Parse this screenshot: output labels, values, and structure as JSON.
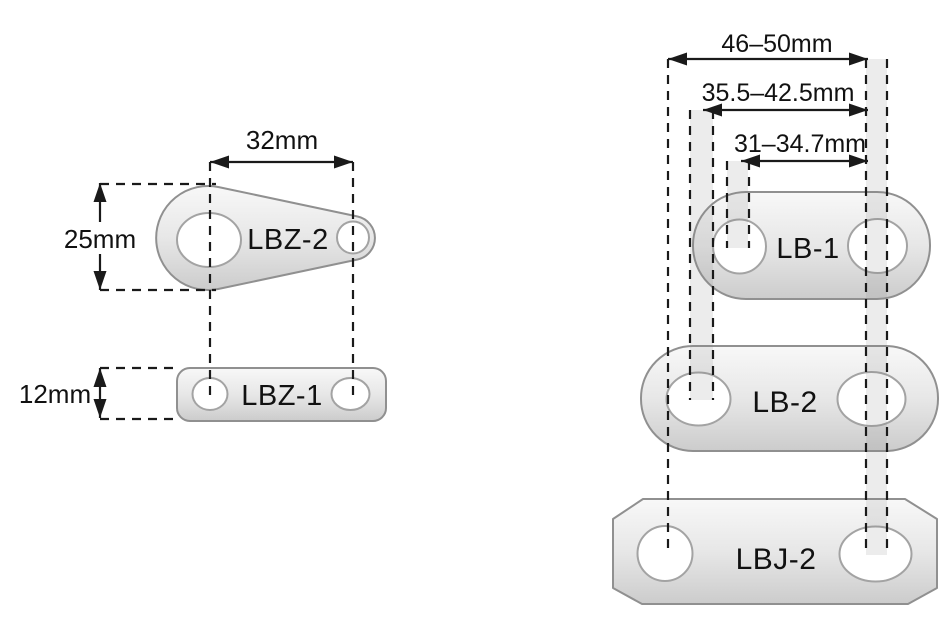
{
  "parts": {
    "lbz2": {
      "label": "LBZ-2"
    },
    "lbz1": {
      "label": "LBZ-1"
    },
    "lb1": {
      "label": "LB-1"
    },
    "lb2": {
      "label": "LB-2"
    },
    "lbj2": {
      "label": "LBJ-2"
    }
  },
  "dimensions": {
    "lbz2_hole_spacing": "32mm",
    "lbz2_height": "25mm",
    "lbz1_height": "12mm",
    "lbj2_hole_spacing_range": "46–50mm",
    "lb2_hole_spacing_range": "35.5–42.5mm",
    "lb1_hole_spacing_range": "31–34.7mm"
  },
  "colors": {
    "background": "#ffffff",
    "dimension_line": "#1a1a1a",
    "text": "#111111",
    "plate_stroke": "#909090",
    "plate_highlight": "#f8f8f8",
    "plate_mid": "#e7e7e7",
    "plate_shadow": "#cccccc",
    "hole_fill": "#ffffff",
    "hole_stroke": "#a3a3a3",
    "range_bar": "#8a8a8a"
  }
}
